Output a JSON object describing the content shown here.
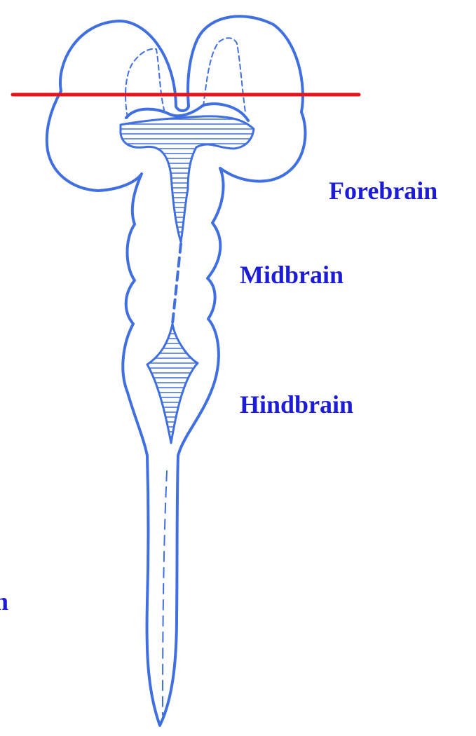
{
  "colors": {
    "outline": "#3f6fe0",
    "ventricle_hatch": "#3f6fe0",
    "cut_line": "#e8141b",
    "label_text": "#1c1cd6",
    "background": "#ffffff"
  },
  "labels": {
    "forebrain": "Forebrain",
    "midbrain": "Midbrain",
    "hindbrain": "Hindbrain",
    "partial_left": "n"
  }
}
